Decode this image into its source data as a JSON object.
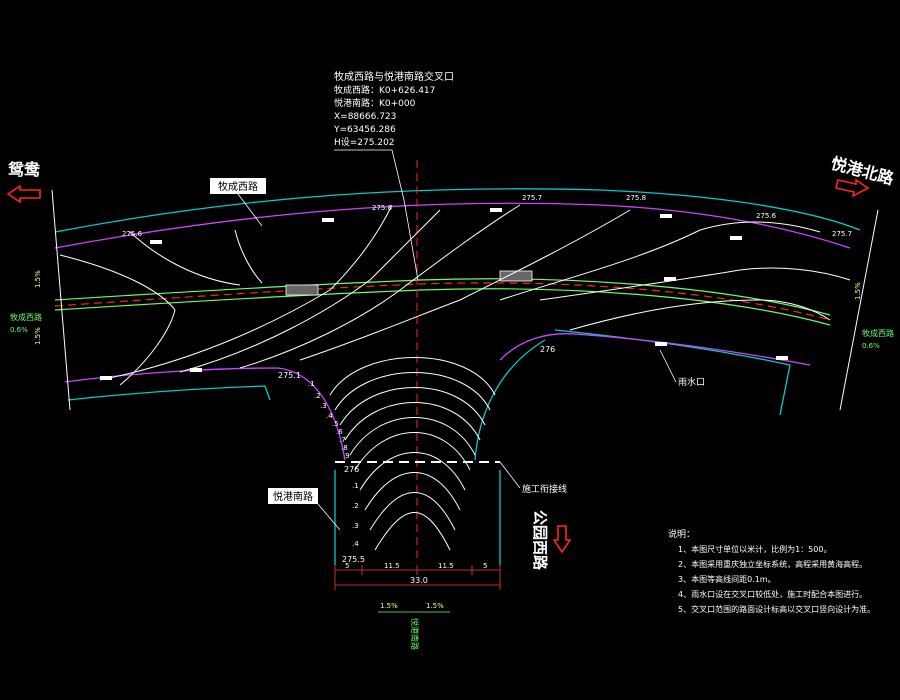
{
  "colors": {
    "background": "#000000",
    "contour": "#ffffff",
    "road_edge_outer": "#00cccc",
    "road_edge_inner": "#cc44ff",
    "center_band": "#66ff66",
    "centerline": "#ff2222",
    "arrow": "#ff2222",
    "dimension": "#ff3333"
  },
  "intersection": {
    "title": "牧成西路与悦港南路交叉口",
    "station_1": "牧成西路：K0+626.417",
    "station_2": "悦港南路：K0+000",
    "x": "X=88666.723",
    "y": "Y=63456.286",
    "h": "H设=275.202"
  },
  "roads": {
    "main_label": "牧成西路",
    "south_label": "悦港南路",
    "left_dir": "鸳鸯",
    "right_dir": "悦港北路",
    "bottom_dir": "公园西路",
    "left_side_label": "牧成西路",
    "right_side_label": "牧成西路",
    "left_slope_a": "1.5%",
    "left_slope_b": "0.6%",
    "left_slope_c": "1.5%",
    "right_slope_a": "1.5%",
    "right_slope_b": "0.6%"
  },
  "labels": {
    "rain_inlet": "雨水口",
    "construction_line": "施工衔接线",
    "elev_276": "276",
    "elev_275_1": "275.1",
    "elev_275_5": "275.5",
    "top_contours": [
      "275.6",
      "275.8",
      "275.7",
      "275.8",
      "275.6",
      "275.7"
    ],
    "left_ticks": [
      ".1",
      ".2",
      ".3",
      ".4",
      ".5",
      ".6",
      ".7",
      ".8",
      ".9"
    ],
    "stem_ticks": [
      "276",
      ".1",
      ".2",
      ".3",
      ".4"
    ],
    "right_276": "276"
  },
  "dimensions": {
    "d1": "5",
    "d2": "11.5",
    "d3": "11.5",
    "d4": "5",
    "total": "33.0",
    "slope_left": "1.5%",
    "slope_right": "1.5%",
    "stem_note": "悦港南路"
  },
  "notes": {
    "heading": "说明：",
    "items": [
      "1、本图尺寸单位以米计，比例为1：500。",
      "2、本图采用重庆独立坐标系统，高程采用黄海高程。",
      "3、本图等高线间距0.1m。",
      "4、雨水口设在交叉口较低处，施工时配合本图进行。",
      "5、交叉口范围的路面设计标高以交叉口竖向设计为准。"
    ]
  }
}
